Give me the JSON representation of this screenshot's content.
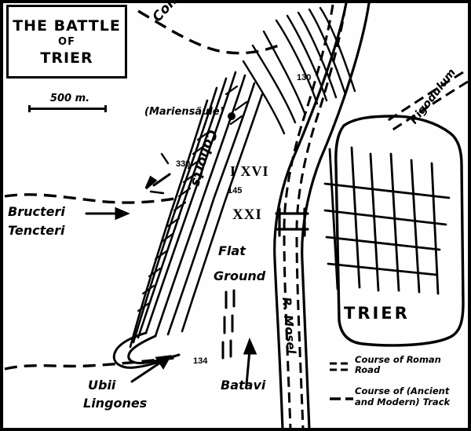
{
  "title": {
    "line1": "THE BATTLE",
    "line2": "OF",
    "line3": "TRIER"
  },
  "scale": {
    "label": "500 m."
  },
  "labels": {
    "cohorts_north": "Cohorts?",
    "cohorts_ridge": "Cohorts",
    "mariensaule": "(Mariensäule)",
    "rigodulum": "Rigodulum",
    "legion_i_xvi": "I XVI",
    "legion_xxi": "XXI",
    "flat": "Flat",
    "ground": "Ground",
    "batavi": "Batavi",
    "bructeri": "Bructeri",
    "tencteri": "Tencteri",
    "ubii": "Ubii",
    "lingones": "Lingones",
    "trier": "TRIER",
    "river": "R. Mosel"
  },
  "elevations": {
    "e330": "330",
    "e145": "145",
    "e130": "130",
    "e134": "134"
  },
  "legend": {
    "roman_road": "Course of Roman Road",
    "track": "Course of (Ancient and Modern) Track"
  },
  "colors": {
    "ink": "#000000",
    "paper": "#ffffff"
  }
}
